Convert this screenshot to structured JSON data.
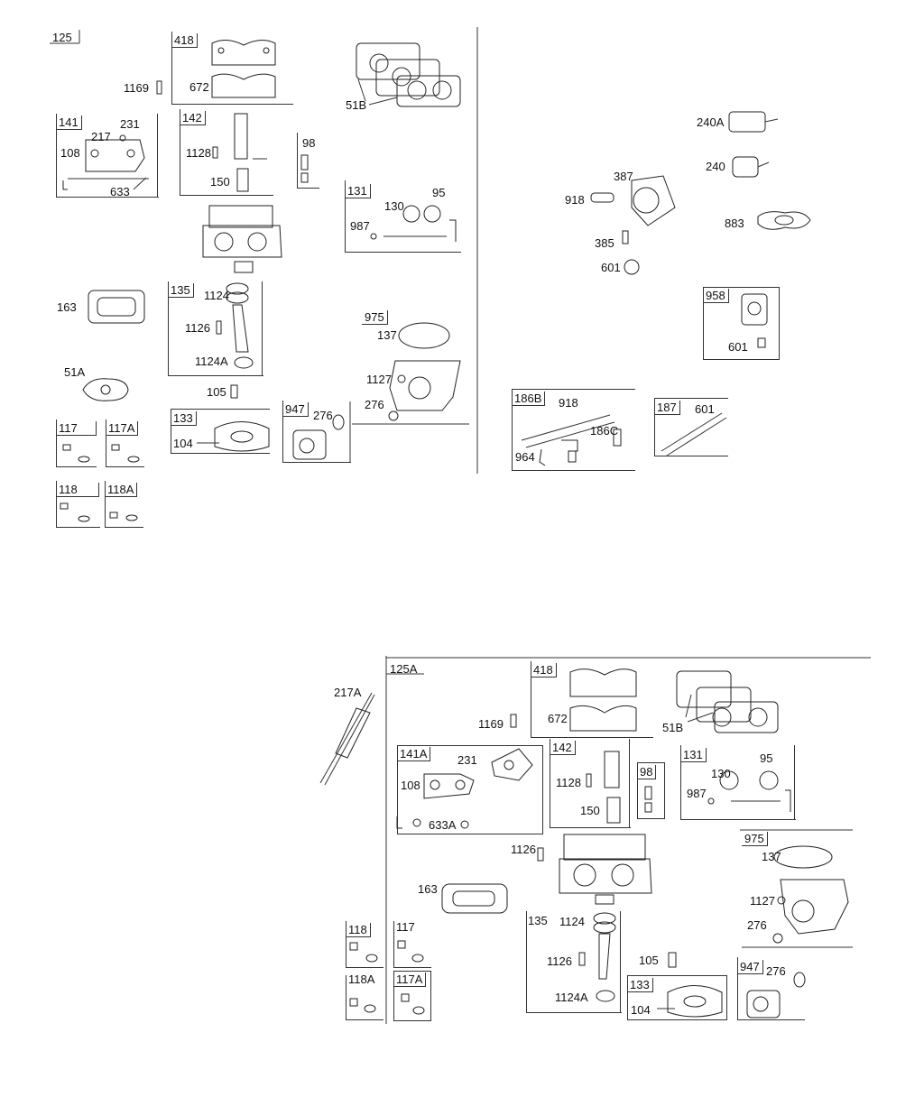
{
  "upper": {
    "title": "125",
    "left_col": {
      "labels": [
        "1169",
        "141",
        "231",
        "217",
        "108",
        "633",
        "163",
        "51A"
      ],
      "boxes": {
        "b418": {
          "title": "418",
          "items": [
            "672"
          ]
        },
        "b142": {
          "title": "142",
          "items": [
            "1128",
            "150"
          ]
        },
        "b98": {
          "title": "98"
        },
        "b131": {
          "title": "131",
          "items": [
            "95",
            "130",
            "987"
          ]
        },
        "b135": {
          "title": "135",
          "items": [
            "1124",
            "1126",
            "1124A"
          ]
        },
        "b117": {
          "title": "117"
        },
        "b117A": {
          "title": "117A"
        },
        "b118": {
          "title": "118"
        },
        "b118A": {
          "title": "118A"
        },
        "b133": {
          "title": "133",
          "items": [
            "104"
          ]
        },
        "b947": {
          "title": "947",
          "items": [
            "276"
          ]
        },
        "b975": {
          "title": "975",
          "items": [
            "137",
            "1127",
            "276"
          ]
        }
      },
      "misc": {
        "l51B": "51B",
        "l105": "105"
      }
    },
    "right_col": {
      "labels": {
        "l240A": "240A",
        "l240": "240",
        "l387": "387",
        "l918": "918",
        "l883": "883",
        "l385": "385",
        "l601": "601"
      },
      "b958": {
        "title": "958",
        "items": [
          "601"
        ]
      },
      "b186B": {
        "title": "186B",
        "items": [
          "918",
          "186C",
          "964"
        ]
      },
      "b187": {
        "title": "187",
        "items": [
          "601"
        ]
      }
    }
  },
  "lower": {
    "title": "125A",
    "l217A": "217A",
    "l1169": "1169",
    "b418": {
      "title": "418",
      "items": [
        "672"
      ]
    },
    "l51B": "51B",
    "b141A": {
      "title": "141A",
      "items": [
        "231",
        "108",
        "633A"
      ]
    },
    "b142": {
      "title": "142",
      "items": [
        "1128",
        "150"
      ]
    },
    "b98": {
      "title": "98"
    },
    "b131": {
      "title": "131",
      "items": [
        "95",
        "130",
        "987"
      ]
    },
    "l1126": "1126",
    "b975": {
      "title": "975",
      "items": [
        "137",
        "1127",
        "276"
      ]
    },
    "l163": "163",
    "b118": {
      "title": "118"
    },
    "b117": {
      "title": "117"
    },
    "b118A": {
      "title": "118A"
    },
    "b117A": {
      "title": "117A"
    },
    "b135": {
      "title": "135",
      "items": [
        "1124",
        "1126",
        "1124A"
      ]
    },
    "l105": "105",
    "b133": {
      "title": "133",
      "items": [
        "104"
      ]
    },
    "b947": {
      "title": "947",
      "items": [
        "276"
      ]
    }
  }
}
